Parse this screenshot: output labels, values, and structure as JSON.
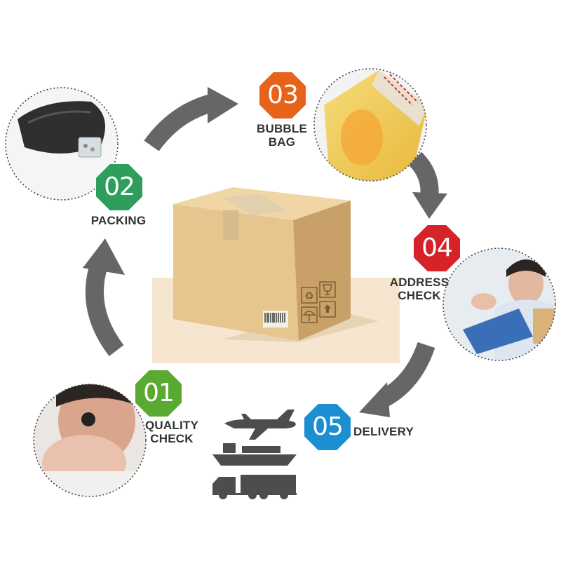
{
  "steps": [
    {
      "num": "01",
      "line1": "QUALITY",
      "line2": "CHECK",
      "color": "#5aa931"
    },
    {
      "num": "02",
      "line1": "PACKING",
      "line2": "",
      "color": "#2f9e5d"
    },
    {
      "num": "03",
      "line1": "BUBBLE",
      "line2": "BAG",
      "color": "#e8631a"
    },
    {
      "num": "04",
      "line1": "ADDRESS",
      "line2": "CHECK",
      "color": "#d6232a"
    },
    {
      "num": "05",
      "line1": "DELIVERY",
      "line2": "",
      "color": "#1c8fd3"
    }
  ],
  "colors": {
    "arrow": "#666666",
    "box_light": "#e6c58e",
    "box_dark": "#c9a068",
    "floor": "#f6e6cf",
    "icon": "#4d4d4d"
  },
  "icons": [
    "airplane-icon",
    "cargo-ship-icon",
    "truck-icon",
    "recycle-icon",
    "fragile-glass-icon",
    "umbrella-icon",
    "this-side-up-icon",
    "barcode-icon"
  ]
}
